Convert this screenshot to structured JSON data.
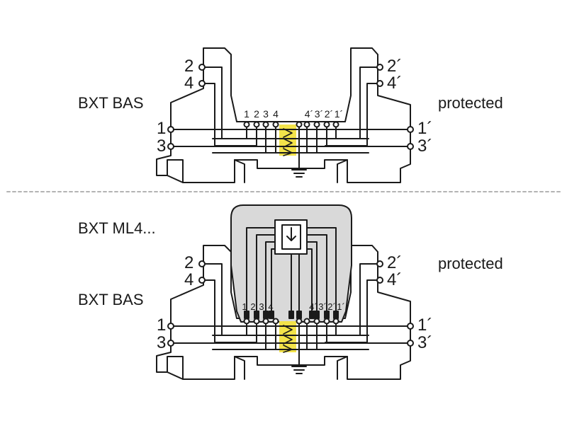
{
  "top_panel": {
    "device_label": "BXT BAS",
    "protected_label": "protected",
    "left_terminals": [
      "2",
      "4",
      "1",
      "3"
    ],
    "right_terminals": [
      "2´",
      "4´",
      "1´",
      "3´"
    ],
    "contact_labels_left": [
      "1",
      "2",
      "3",
      "4"
    ],
    "contact_labels_right": [
      "4´",
      "3´",
      "2´",
      "1´"
    ]
  },
  "bottom_panel": {
    "module_label": "BXT ML4...",
    "device_label": "BXT BAS",
    "protected_label": "protected",
    "left_terminals": [
      "2",
      "4",
      "1",
      "3"
    ],
    "right_terminals": [
      "2´",
      "4´",
      "1´",
      "3´"
    ],
    "contact_labels_left": [
      "1",
      "2",
      "3",
      "4"
    ],
    "contact_labels_right": [
      "4´",
      "3´",
      "2´",
      "1´"
    ]
  },
  "colors": {
    "line": "#1a1a1a",
    "highlight": "#f3e34a",
    "module_fill": "#d9d9d9",
    "separator": "#b3b3b3"
  },
  "icons": {
    "ground": "ground-symbol-icon",
    "protection_element": "protection-element-icon",
    "terminal": "terminal-circle-icon"
  }
}
